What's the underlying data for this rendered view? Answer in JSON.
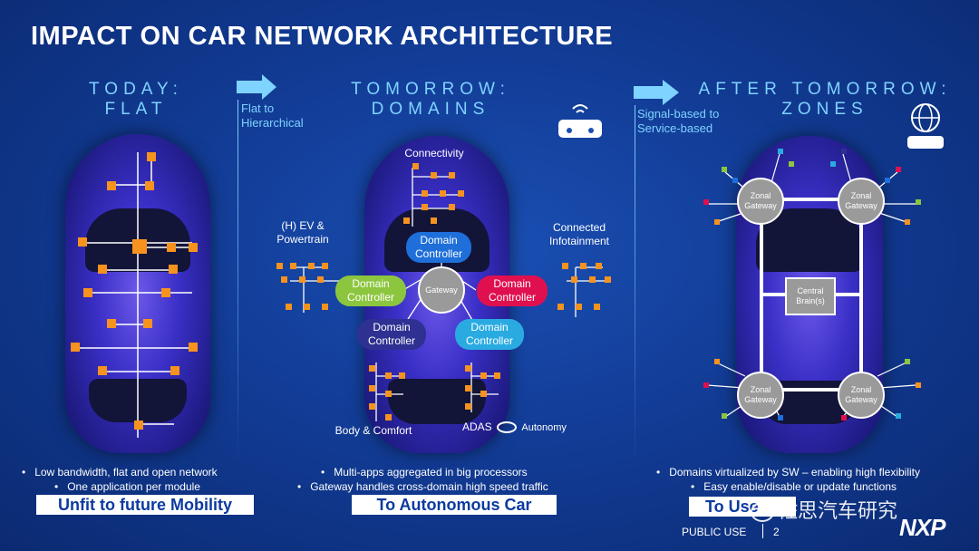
{
  "title": "IMPACT ON CAR NETWORK ARCHITECTURE",
  "columns": {
    "today": {
      "head_line1": "TODAY:",
      "head_line2": "FLAT",
      "bullets": [
        "Low bandwidth, flat and open network",
        "One application per module"
      ],
      "banner": "Unfit to future Mobility"
    },
    "tomorrow": {
      "head_line1": "TOMORROW:",
      "head_line2": "DOMAINS",
      "bullets": [
        "Multi-apps aggregated in big processors",
        "Gateway handles cross-domain high speed traffic"
      ],
      "banner": "To Autonomous Car"
    },
    "after": {
      "head_line1": "AFTER TOMORROW:",
      "head_line2": "ZONES",
      "bullets": [
        "Domains virtualized by SW – enabling high flexibility",
        "Easy enable/disable or update functions"
      ],
      "banner": "To Use"
    }
  },
  "arrows": {
    "first": {
      "line1": "Flat to",
      "line2": "Hierarchical"
    },
    "second": {
      "line1": "Signal-based to",
      "line2": "Service-based"
    }
  },
  "domains": {
    "connectivity": "Connectivity",
    "ev": "(H) EV &",
    "ev2": "Powertrain",
    "infotainment": "Connected",
    "infotainment2": "Infotainment",
    "body": "Body & Comfort",
    "adas": "ADAS",
    "autonomy": "Autonomy",
    "controller_l1": "Domain",
    "controller_l2": "Controller",
    "gateway": "Gateway"
  },
  "zones": {
    "zonal_l1": "Zonal",
    "zonal_l2": "Gateway",
    "central_l1": "Central",
    "central_l2": "Brain(s)"
  },
  "footer": {
    "classification": "PUBLIC USE",
    "page": "2",
    "logo": "NXP",
    "watermark": "佐思汽车研究"
  },
  "colors": {
    "accent": "#7fd3ff",
    "node": "#f6921e",
    "green": "#8cc63f",
    "blue": "#1e6fd9",
    "red": "#e0104f",
    "cyan": "#29abe2",
    "navy": "#2e3192"
  }
}
